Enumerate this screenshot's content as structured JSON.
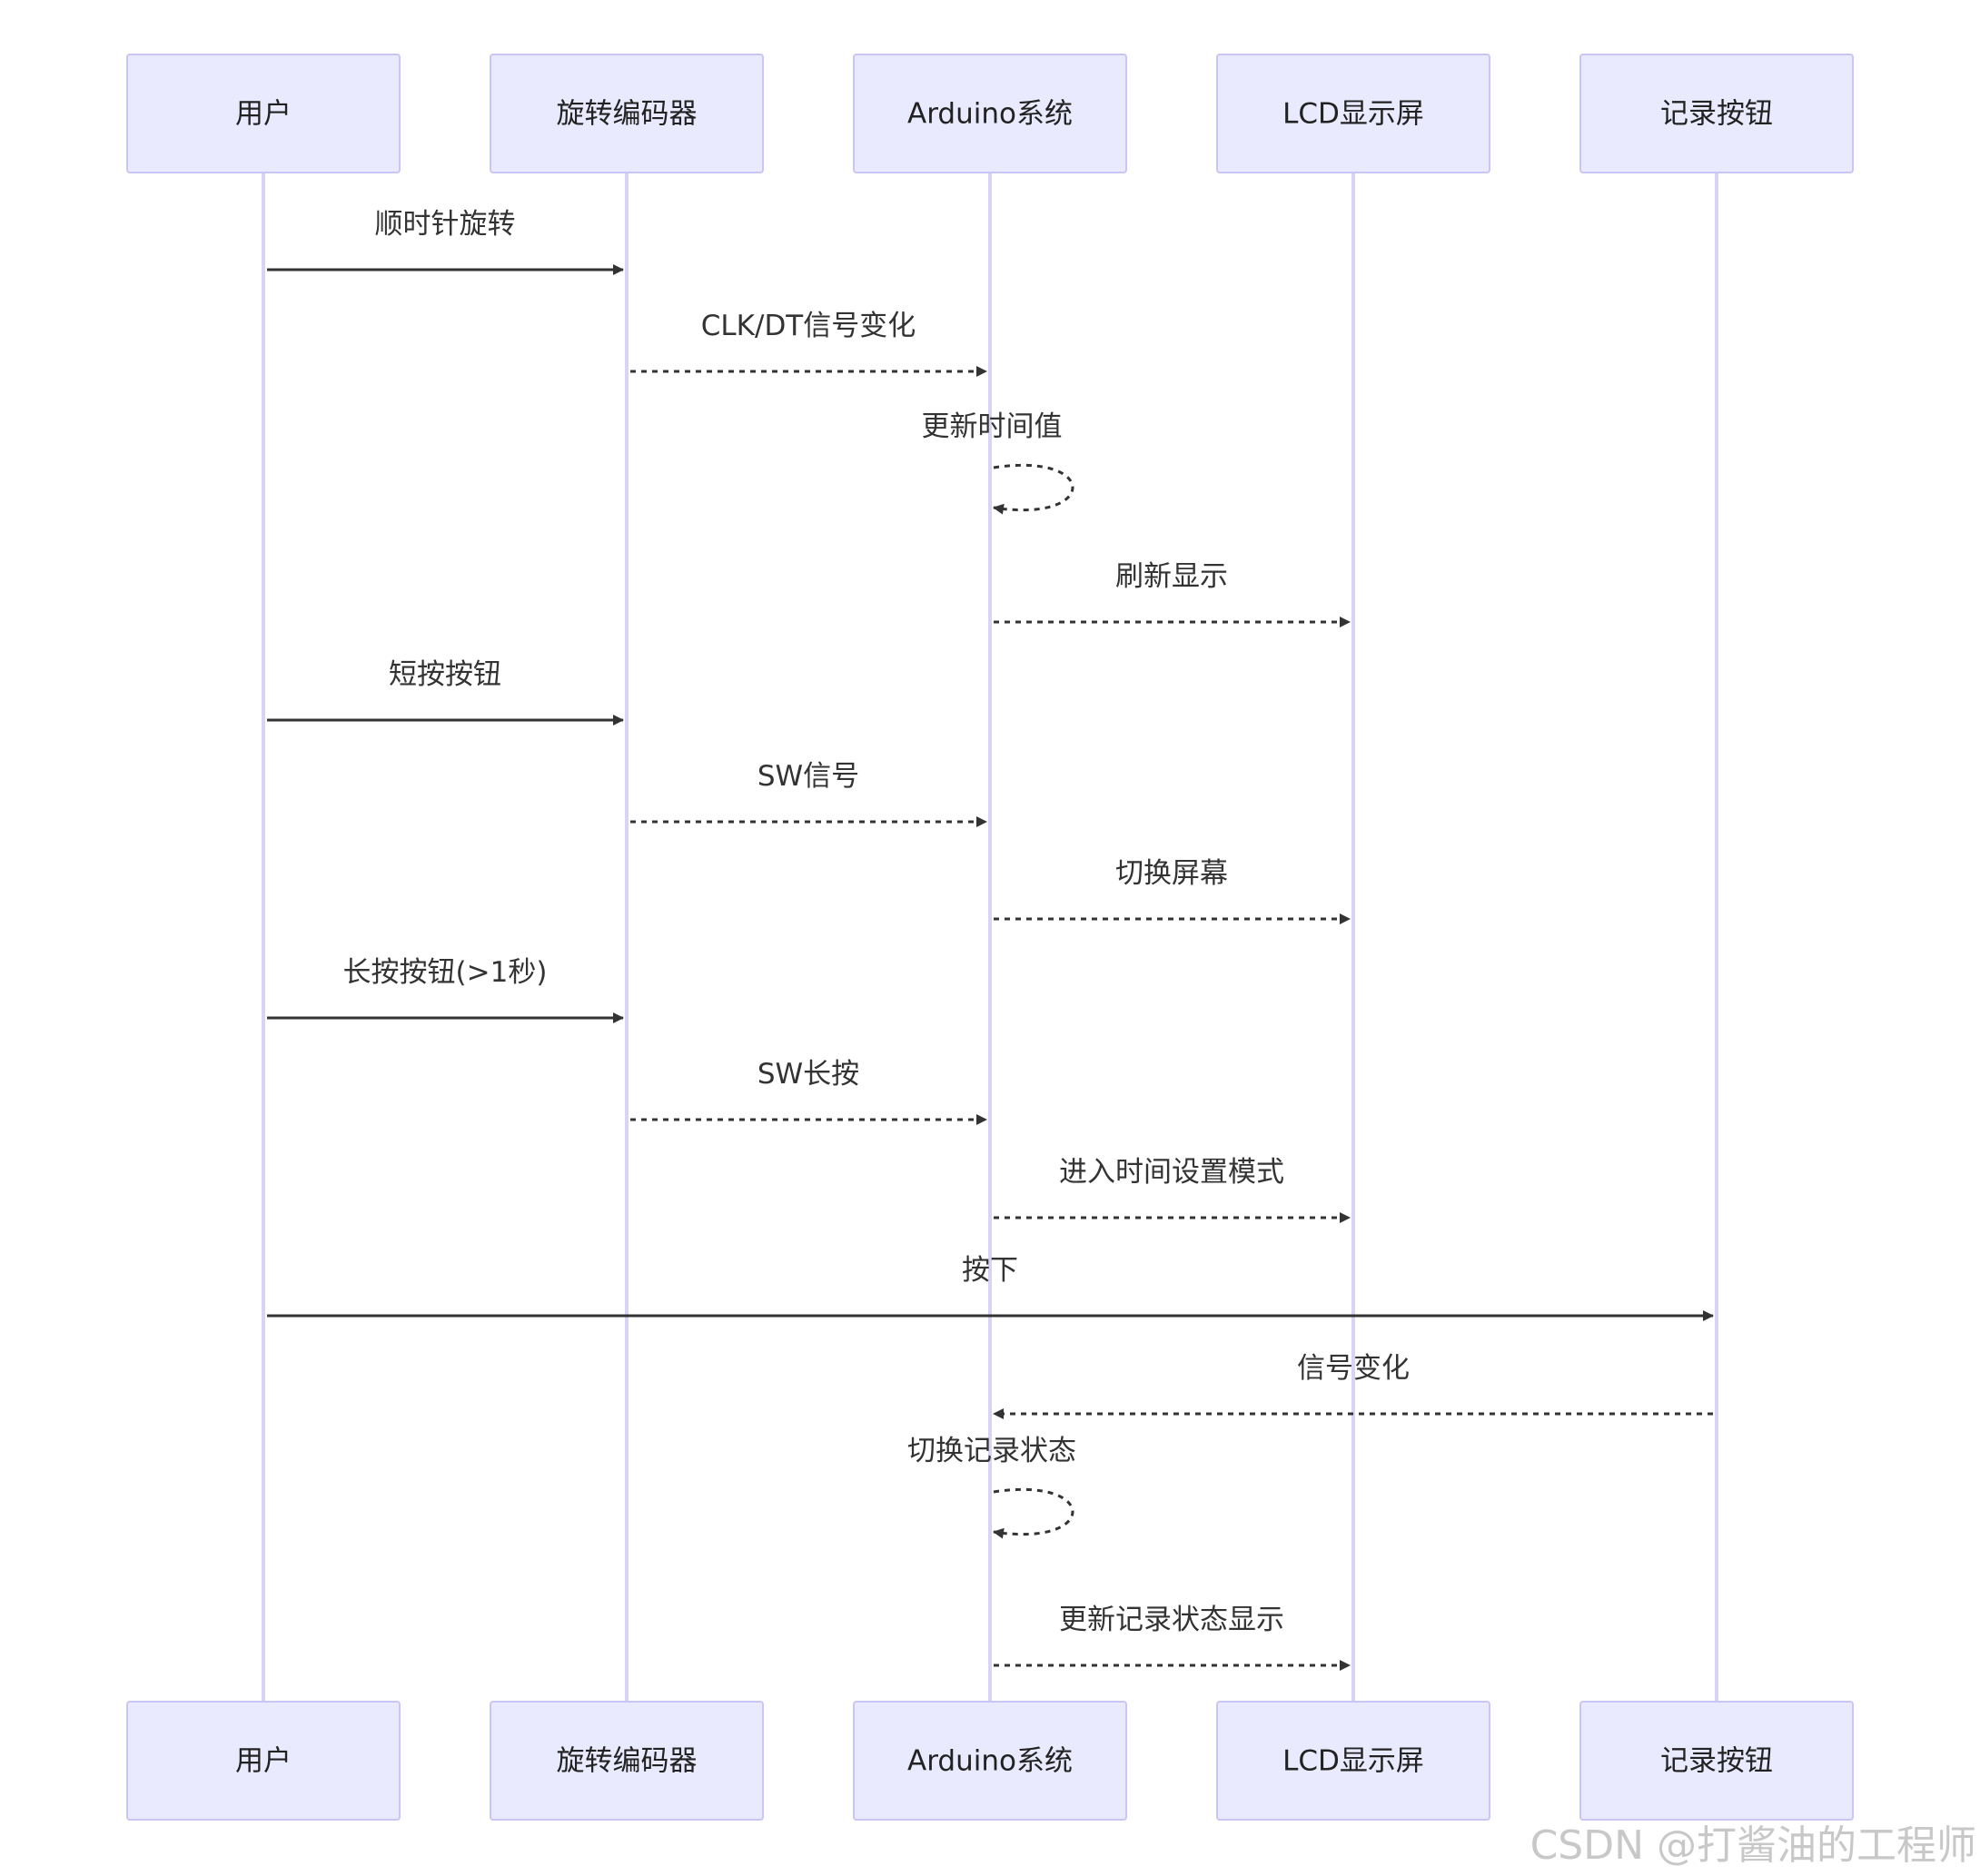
{
  "colors": {
    "actor_fill": "#eaeaff",
    "actor_border": "#c9c6f5",
    "lifeline": "#d8d4f5",
    "message": "#333333",
    "watermark": "#c8c8c8"
  },
  "actors": [
    {
      "id": "user",
      "label": "用户"
    },
    {
      "id": "encoder",
      "label": "旋转编码器"
    },
    {
      "id": "arduino",
      "label": "Arduino系统"
    },
    {
      "id": "lcd",
      "label": "LCD显示屏"
    },
    {
      "id": "record",
      "label": "记录按钮"
    }
  ],
  "messages": [
    {
      "from": "user",
      "to": "encoder",
      "label": "顺时针旋转",
      "style": "solid"
    },
    {
      "from": "encoder",
      "to": "arduino",
      "label": "CLK/DT信号变化",
      "style": "dashed"
    },
    {
      "from": "arduino",
      "to": "arduino",
      "label": "更新时间值",
      "style": "dashed"
    },
    {
      "from": "arduino",
      "to": "lcd",
      "label": "刷新显示",
      "style": "dashed"
    },
    {
      "from": "user",
      "to": "encoder",
      "label": "短按按钮",
      "style": "solid"
    },
    {
      "from": "encoder",
      "to": "arduino",
      "label": "SW信号",
      "style": "dashed"
    },
    {
      "from": "arduino",
      "to": "lcd",
      "label": "切换屏幕",
      "style": "dashed"
    },
    {
      "from": "user",
      "to": "encoder",
      "label": "长按按钮(>1秒)",
      "style": "solid"
    },
    {
      "from": "encoder",
      "to": "arduino",
      "label": "SW长按",
      "style": "dashed"
    },
    {
      "from": "arduino",
      "to": "lcd",
      "label": "进入时间设置模式",
      "style": "dashed"
    },
    {
      "from": "user",
      "to": "record",
      "label": "按下",
      "style": "solid"
    },
    {
      "from": "record",
      "to": "arduino",
      "label": "信号变化",
      "style": "dashed"
    },
    {
      "from": "arduino",
      "to": "arduino",
      "label": "切换记录状态",
      "style": "dashed"
    },
    {
      "from": "arduino",
      "to": "lcd",
      "label": "更新记录状态显示",
      "style": "dashed"
    }
  ],
  "watermark": "CSDN @打酱油的工程师"
}
